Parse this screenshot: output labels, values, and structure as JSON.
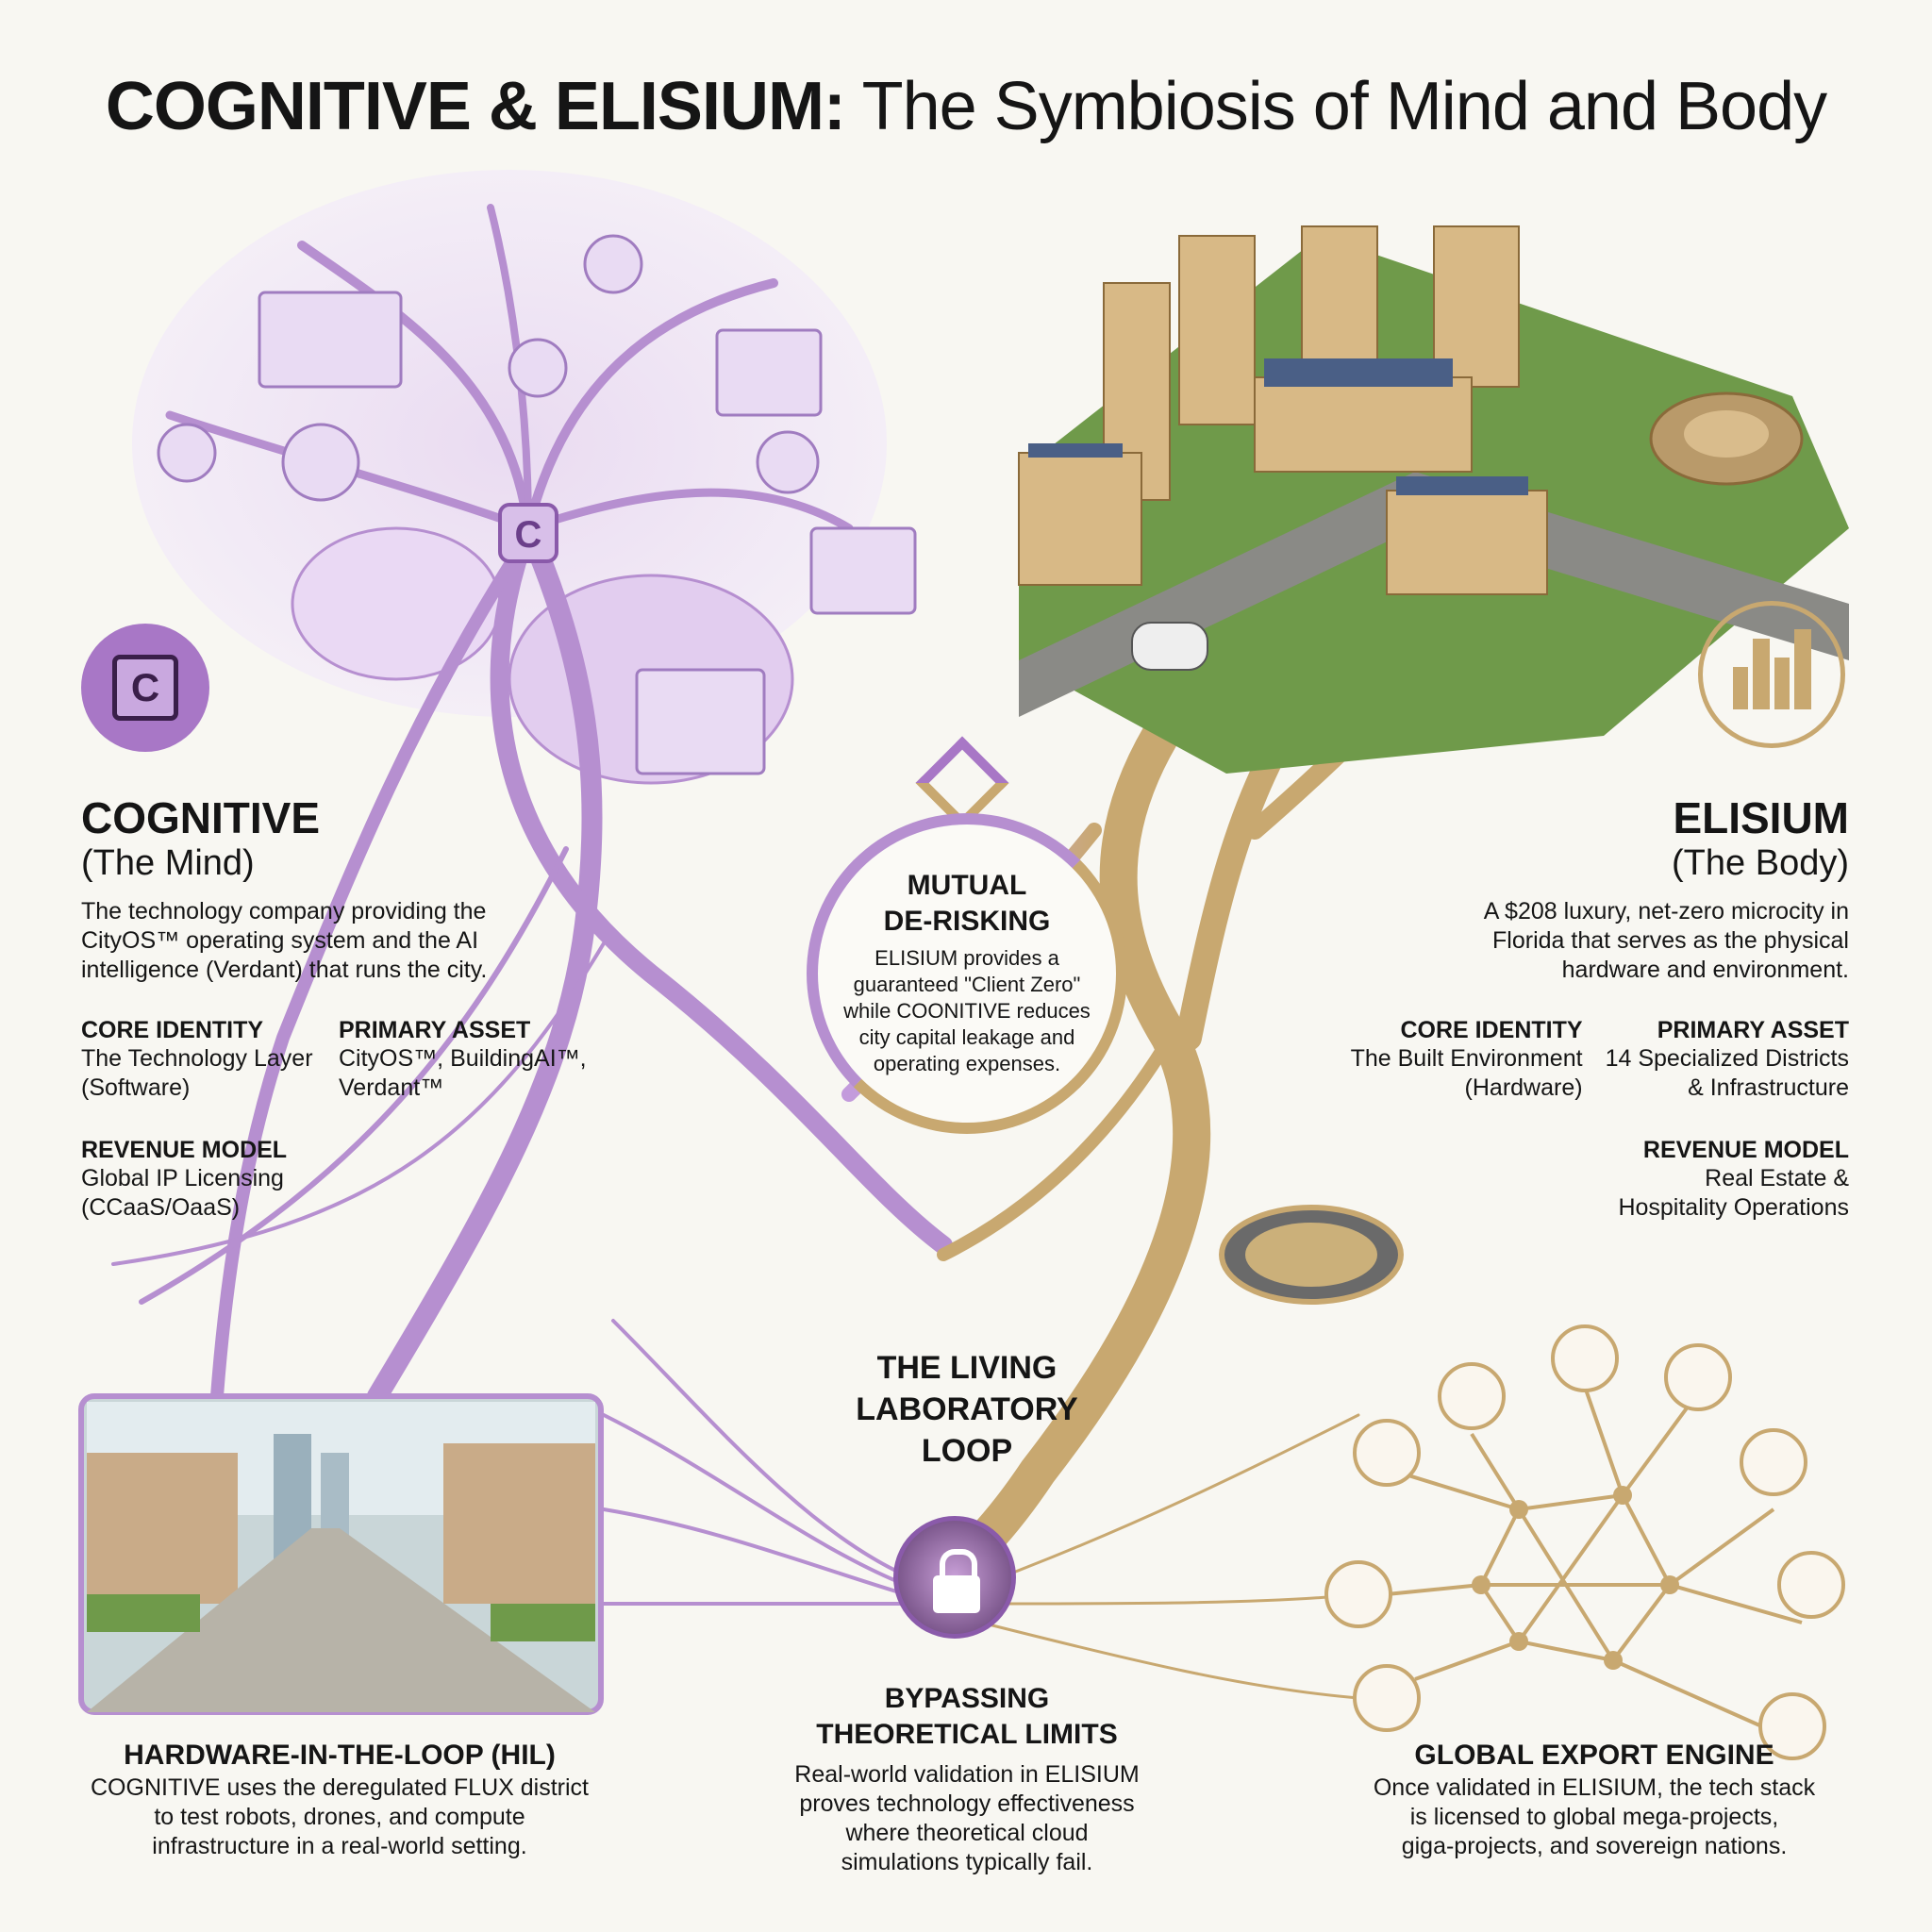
{
  "title": {
    "bold": "COGNITIVE & ELISIUM:",
    "rest": " The Symbiosis of Mind and Body"
  },
  "colors": {
    "purple": "#b68fd0",
    "purple_dark": "#8a5aaa",
    "gold": "#c8a870",
    "gold_dark": "#9c7c45",
    "background": "#f8f7f2"
  },
  "cognitive": {
    "name": "COGNITIVE",
    "subtitle": "(The Mind)",
    "description": [
      "The technology company providing the",
      "CityOS™ operating system and the AI",
      "intelligence (Verdant) that runs the city."
    ],
    "core_identity": {
      "label": "CORE IDENTITY",
      "value": [
        "The Technology Layer",
        "(Software)"
      ]
    },
    "primary_asset": {
      "label": "PRIMARY ASSET",
      "value": [
        "CityOS™, BuildingAI™,",
        "Verdant™"
      ]
    },
    "revenue_model": {
      "label": "REVENUE MODEL",
      "value": [
        "Global IP Licensing",
        "(CCaaS/OaaS)"
      ]
    },
    "icon": "chip-c-icon",
    "logo_letter": "C"
  },
  "elisium": {
    "name": "ELISIUM",
    "subtitle": "(The Body)",
    "description": [
      "A $208 luxury, net-zero microcity in",
      "Florida that serves as the physical",
      "hardware and environment."
    ],
    "core_identity": {
      "label": "CORE IDENTITY",
      "value": [
        "The Built Environment",
        "(Hardware)"
      ]
    },
    "primary_asset": {
      "label": "PRIMARY ASSET",
      "value": [
        "14 Specialized Districts",
        "& Infrastructure"
      ]
    },
    "revenue_model": {
      "label": "REVENUE MODEL",
      "value": [
        "Real Estate &",
        "Hospitality Operations"
      ]
    },
    "icon": "city-skyline-icon"
  },
  "mutual": {
    "title": [
      "MUTUAL",
      "DE-RISKING"
    ],
    "body": [
      "ELISIUM provides a",
      "guaranteed \"Client Zero\"",
      "while COONITIVE reduces",
      "city capital leakage and",
      "operating expenses."
    ]
  },
  "loop": {
    "title": [
      "THE LIVING",
      "LABORATORY",
      "LOOP"
    ],
    "icon": "lock-icon"
  },
  "bypass": {
    "title": [
      "BYPASSING",
      "THEORETICAL LIMITS"
    ],
    "body": [
      "Real-world validation in ELISIUM",
      "proves technology effectiveness",
      "where theoretical cloud",
      "simulations typically fail."
    ]
  },
  "hil": {
    "title": "HARDWARE-IN-THE-LOOP (HIL)",
    "body": [
      "COGNITIVE uses the deregulated FLUX district",
      "to test robots, drones, and compute",
      "infrastructure in a real-world setting."
    ]
  },
  "export": {
    "title": "GLOBAL EXPORT ENGINE",
    "body": [
      "Once validated in ELISIUM, the tech stack",
      "is licensed to global mega-projects,",
      "giga-projects, and sovereign nations."
    ]
  }
}
